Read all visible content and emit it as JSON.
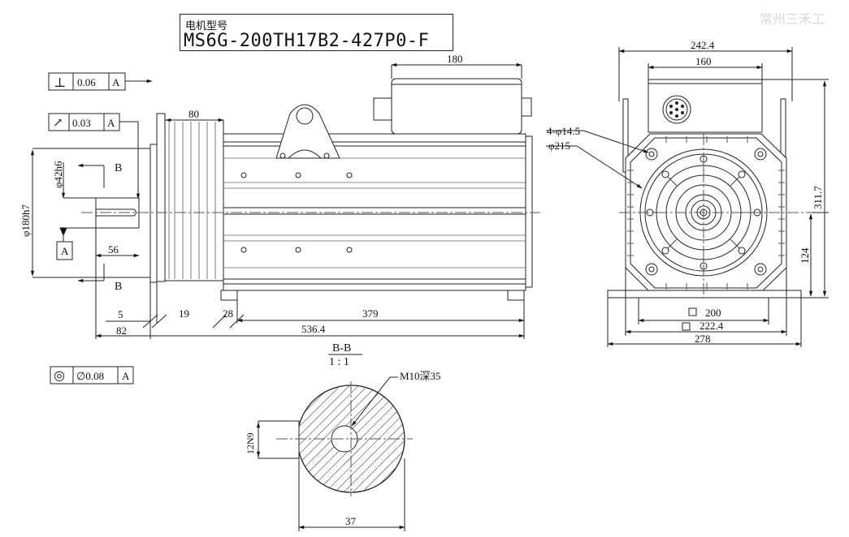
{
  "watermark": "常州三禾工",
  "title": {
    "label": "电机型号",
    "model": "MS6G-200TH17B2-427P0-F"
  },
  "tolerances": {
    "perpendicularity": {
      "symbol": "⊥",
      "value": "0.06",
      "datum": "A"
    },
    "runout": {
      "symbol": "↗",
      "value": "0.03",
      "datum": "A"
    },
    "concentricity": {
      "symbol": "◎",
      "value": "∅0.08",
      "datum": "A"
    }
  },
  "datum_label": "A",
  "section_marks": {
    "top": "B",
    "bottom": "B"
  },
  "side_view_dims": {
    "flange_dia": "φ180h7",
    "shaft_dia": "φ42h6",
    "flange_width": "80",
    "connector_box": "180",
    "shaft_length": "56",
    "flange_thk": "5",
    "spigot": "19",
    "foot_edge": "28",
    "foot_span": "379",
    "shaft_total": "82",
    "overall_length": "536.4"
  },
  "front_view_dims": {
    "overall_width": "242.4",
    "box_width": "160",
    "holes": "4-φ14.5",
    "pcd": "φ215",
    "total_height": "311.7",
    "center_height": "124",
    "square_200": "200",
    "square_222": "222.4",
    "base_width": "278"
  },
  "section_view": {
    "title": "B-B",
    "scale": "1 : 1",
    "thread": "M10深35",
    "key_width": "12N9",
    "width": "37"
  }
}
